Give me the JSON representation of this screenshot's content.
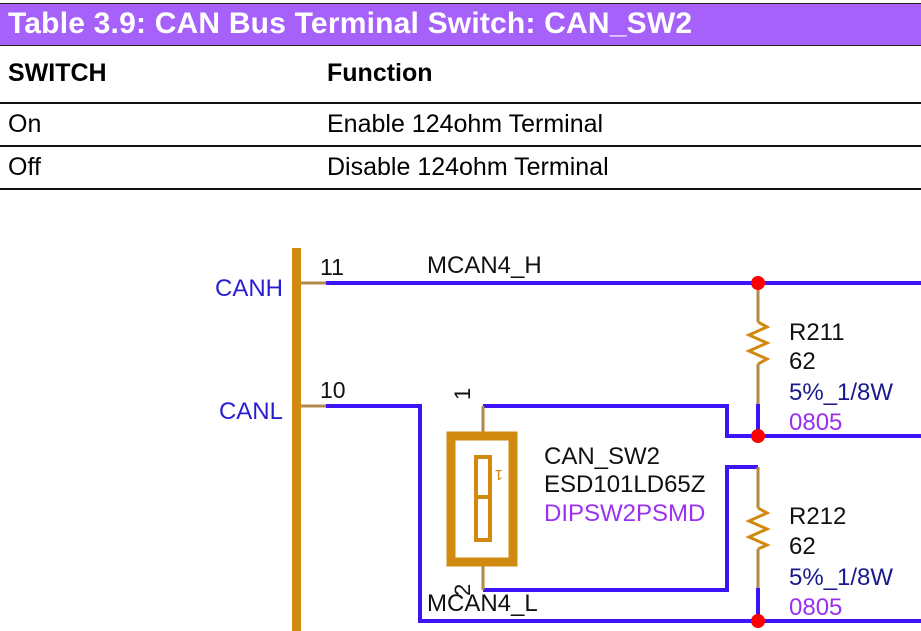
{
  "table": {
    "title": "Table 3.9: CAN Bus Terminal Switch: CAN_SW2",
    "header_color": "#a561fa",
    "columns": [
      "SWITCH",
      "Function"
    ],
    "rows": [
      {
        "switch": "On",
        "function": "Enable 124ohm Terminal"
      },
      {
        "switch": "Off",
        "function": "Disable 124ohm Terminal"
      }
    ]
  },
  "schematic": {
    "colors": {
      "wire": "#3c14f5",
      "component": "#d08a0f",
      "pin": "#b08a4a",
      "junction": "#ff0000",
      "net_label": "#2a1fd0",
      "footprint": "#9b30f0",
      "text": "#111111",
      "tolerance": "#1a1a8c"
    },
    "connector": {
      "pins": [
        {
          "name": "CANH",
          "number": "11"
        },
        {
          "name": "CANL",
          "number": "10"
        }
      ]
    },
    "nets": {
      "high": "MCAN4_H",
      "low": "MCAN4_L"
    },
    "switch": {
      "ref": "CAN_SW2",
      "part": "ESD101LD65Z",
      "footprint": "DIPSW2PSMD",
      "pin1": "1",
      "pin2": "2",
      "toggle_mark": "1"
    },
    "resistors": [
      {
        "ref": "R211",
        "value": "62",
        "rating": "5%_1/8W",
        "package": "0805"
      },
      {
        "ref": "R212",
        "value": "62",
        "rating": "5%_1/8W",
        "package": "0805"
      }
    ]
  }
}
